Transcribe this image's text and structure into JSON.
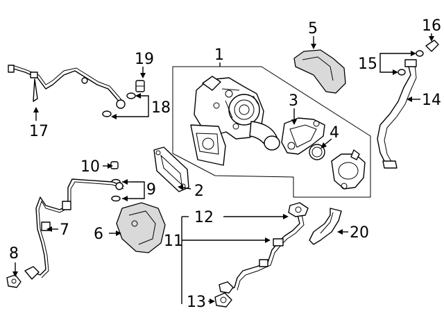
{
  "callouts": [
    {
      "id": "1",
      "label": "1"
    },
    {
      "id": "2",
      "label": "2"
    },
    {
      "id": "3",
      "label": "3"
    },
    {
      "id": "4",
      "label": "4"
    },
    {
      "id": "5",
      "label": "5"
    },
    {
      "id": "6",
      "label": "6"
    },
    {
      "id": "7",
      "label": "7"
    },
    {
      "id": "8",
      "label": "8"
    },
    {
      "id": "9",
      "label": "9"
    },
    {
      "id": "10",
      "label": "10"
    },
    {
      "id": "11",
      "label": "11"
    },
    {
      "id": "12",
      "label": "12"
    },
    {
      "id": "13",
      "label": "13"
    },
    {
      "id": "14",
      "label": "14"
    },
    {
      "id": "15",
      "label": "15"
    },
    {
      "id": "16",
      "label": "16"
    },
    {
      "id": "17",
      "label": "17"
    },
    {
      "id": "18",
      "label": "18"
    },
    {
      "id": "19",
      "label": "19"
    },
    {
      "id": "20",
      "label": "20"
    }
  ],
  "icons": {
    "arrowheads": "triangle-arrow-icon"
  }
}
